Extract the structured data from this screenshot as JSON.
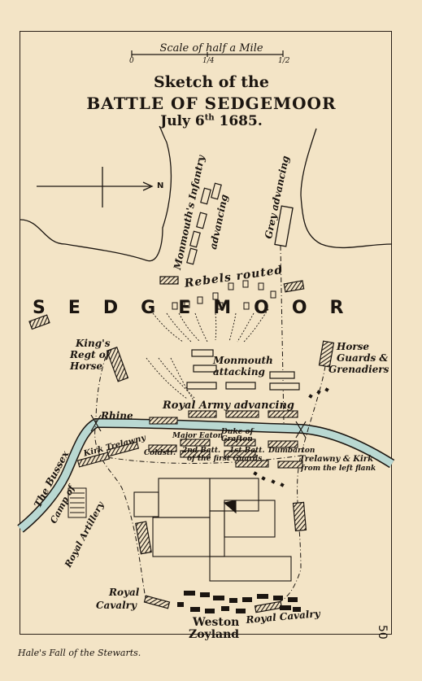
{
  "scale": {
    "label": "Scale of half a Mile",
    "ticks": [
      "0",
      "1/4",
      "1/2"
    ]
  },
  "title": {
    "line1": "Sketch of the",
    "line2": "BATTLE OF SEDGEMOOR",
    "date_month": "July 6",
    "date_suffix": "th",
    "date_year": " 1685."
  },
  "compass": {
    "north": "N"
  },
  "labels": {
    "sedgemoor": "SEDGEMOOR",
    "monmouths_infantry": "Monmouth's Infantry",
    "advancing": "advancing",
    "grey_advancing": "Grey advancing",
    "rebels_routed": "Rebels routed",
    "kings_regt_1": "King's",
    "kings_regt_2": "Regt of",
    "kings_regt_3": "Horse",
    "horse_guards_1": "Horse",
    "horse_guards_2": "Guards &",
    "horse_guards_3": "Grenadiers",
    "monmouth_attacking_1": "Monmouth",
    "monmouth_attacking_2": "attacking",
    "royal_army": "Royal Army advancing",
    "bussex": "The Bussex",
    "rhine": "Rhine",
    "kirk_trelawny": "Kirk Trelawny",
    "coldstream": "Coldstr.",
    "major_eaton": "Major Eaton",
    "duke_of_grafton_1": "Duke of",
    "duke_of_grafton_2": "Grafton",
    "batt_1": "2nd Batt.",
    "batt_2": "1st Batt.",
    "first_guards": "of the first Guards",
    "dumbarton": "Dumbarton",
    "trelawny_kirk_1": "Trelawny & Kirk",
    "trelawny_kirk_2": "from the left flank",
    "camp_of": "Camp of",
    "royal_artillery": "Royal Artillery",
    "royal_cavalry_left_1": "Royal",
    "royal_cavalry_left_2": "Cavalry",
    "royal_cavalry_right": "Royal Cavalry",
    "weston": "Weston",
    "zoyland": "Zoyland"
  },
  "footer": {
    "credit": "Hale's Fall of the Stewarts.",
    "page_number": "50"
  },
  "colors": {
    "paper": "#f3e4c6",
    "ink": "#1b1510",
    "water": "#b9d8d2"
  }
}
